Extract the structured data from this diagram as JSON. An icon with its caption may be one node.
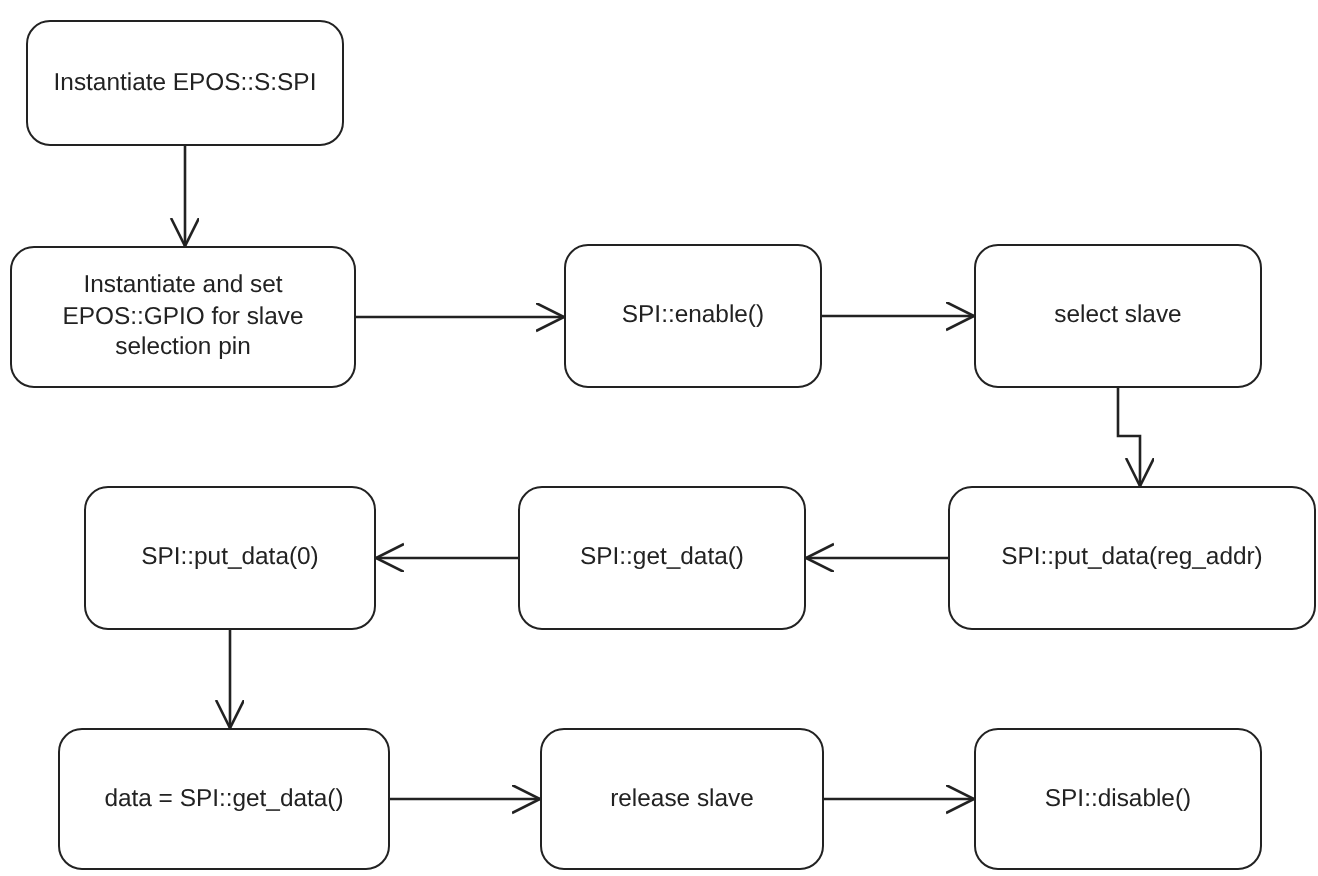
{
  "diagram": {
    "nodes": [
      {
        "text": [
          "Instantiate EPOS::S:SPI"
        ]
      },
      {
        "text": [
          "Instantiate and set EPOS::GPIO for slave selection pin"
        ]
      },
      {
        "text": [
          "SPI::enable()"
        ]
      },
      {
        "text": [
          "select slave"
        ]
      },
      {
        "text": [
          "SPI::put_data(reg_addr)"
        ]
      },
      {
        "text": [
          "SPI::get_data()"
        ]
      },
      {
        "text": [
          "SPI::put_data(0)"
        ]
      },
      {
        "text": [
          "data = SPI::get_data()"
        ]
      },
      {
        "text": [
          "release slave"
        ]
      },
      {
        "text": [
          "SPI::disable()"
        ]
      }
    ],
    "edges": [
      {
        "from": 0,
        "to": 1,
        "arrow": "to"
      },
      {
        "from": 1,
        "to": 2,
        "arrow": "to"
      },
      {
        "from": 2,
        "to": 3,
        "arrow": "to"
      },
      {
        "from": 3,
        "to": 4,
        "arrow": "to"
      },
      {
        "from": 4,
        "to": 5,
        "arrow": "to"
      },
      {
        "from": 5,
        "to": 6,
        "arrow": "to"
      },
      {
        "from": 6,
        "to": 7,
        "arrow": "to"
      },
      {
        "from": 7,
        "to": 8,
        "arrow": "to"
      },
      {
        "from": 8,
        "to": 9,
        "arrow": "to"
      }
    ]
  }
}
